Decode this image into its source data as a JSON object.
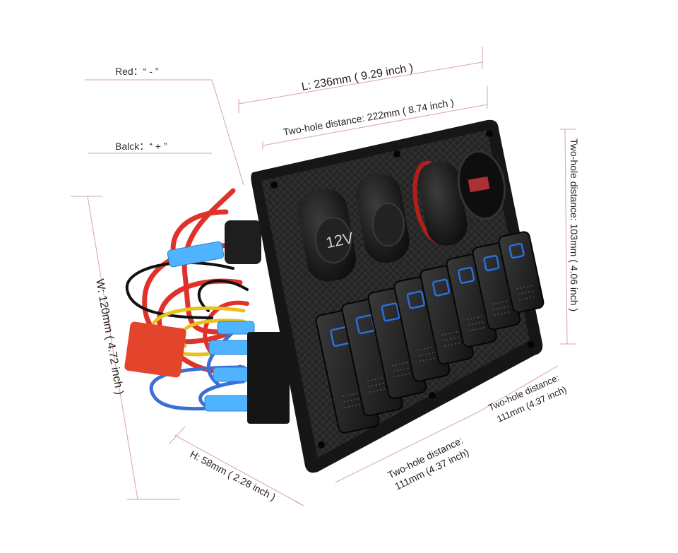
{
  "image": {
    "background": "#ffffff",
    "panel_color": "#1c1c1c",
    "switch_glow_color": "#2a6fe0",
    "wire_colors": {
      "red": "#e0322a",
      "black": "#111111",
      "yellow": "#e9c21a",
      "blue": "#3a6fd8",
      "connector": "#4fb3ff"
    }
  },
  "labels": {
    "red_wire": "Red：“ - ”",
    "black_wire": "Balck：“ + ”",
    "length": "L: 236mm ( 9.29 inch )",
    "two_hole_top": "Two-hole distance: 222mm ( 8.74 inch )",
    "two_hole_right": "Two-hole distance: 103mm ( 4.06 inch )",
    "width": "W: 120mm ( 4.72 inch )",
    "height": "H: 58mm ( 2.28 inch )",
    "two_hole_bottom_line1": "Two-hole distance:",
    "two_hole_bottom_line2": "111mm (4.37 inch)",
    "two_hole_side_line1": "Two-hole distance:",
    "two_hole_side_line2": "111mm (4.37 inch)"
  },
  "device": {
    "socket_label": "12V",
    "rocker_switch_count": 8
  }
}
